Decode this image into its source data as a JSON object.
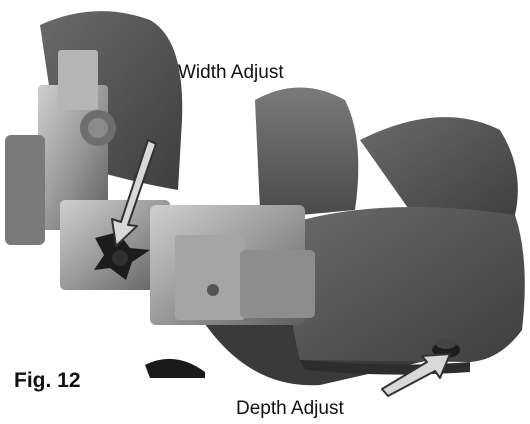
{
  "figure": {
    "caption": "Fig. 12",
    "labels": {
      "width_adjust": "Width Adjust",
      "depth_adjust": "Depth Adjust"
    }
  },
  "colors": {
    "pad_fabric": "#555555",
    "metal_bracket": "#9a9a9a",
    "knob": "#1c1c1c",
    "arrow_fill": "#d8d8d8",
    "arrow_stroke": "#333333"
  }
}
